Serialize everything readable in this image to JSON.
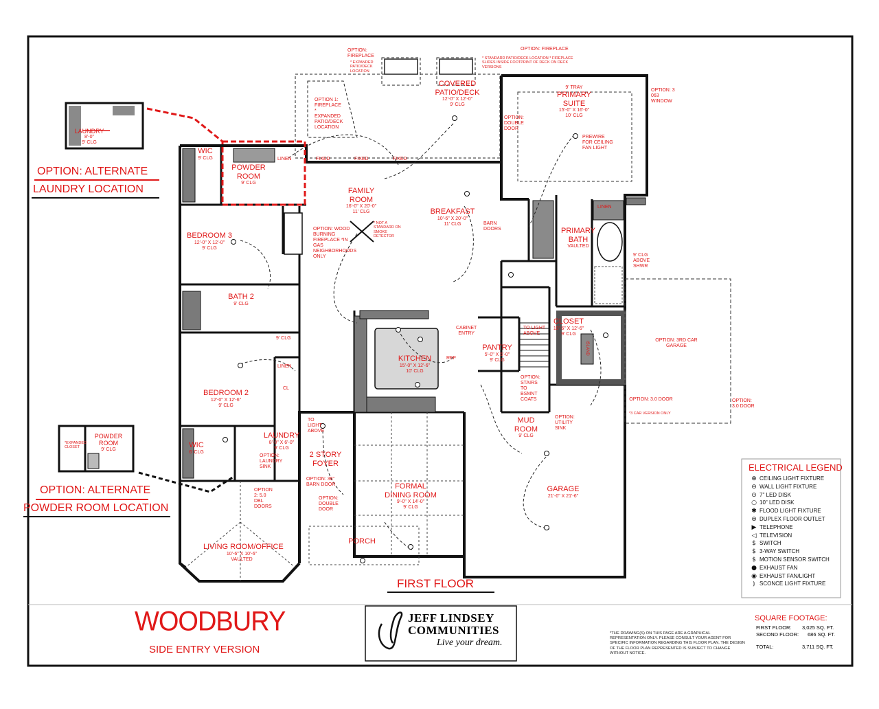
{
  "title": "WOODBURY",
  "subtitle": "SIDE ENTRY VERSION",
  "floor_label": "FIRST FLOOR",
  "company": {
    "line1": "JEFF LINDSEY",
    "line2": "COMMUNITIES",
    "tagline": "Live your dream."
  },
  "options": {
    "alt_laundry_1": "OPTION: ALTERNATE",
    "alt_laundry_2": "LAUNDRY LOCATION",
    "alt_powder_1": "OPTION: ALTERNATE",
    "alt_powder_2": "POWDER ROOM LOCATION",
    "fireplace_top": "OPTION: FIREPLACE",
    "fireplace_top_note": "* STANDARD PATIO/DECK LOCATION\n* FIREPLACE SLIDES INSIDE FOOTPRINT OF DECK ON DECK VERSIONS",
    "fireplace_left": "OPTION: FIREPLACE",
    "fireplace_left_note": "* EXPANDED PATIO/DECK LOCATION",
    "fireplace_1": "OPTION 1: FIREPLACE * EXPANDED PATIO/DECK LOCATION",
    "window": "OPTION: 3 063 WINDOW",
    "double_door_suite": "OPTION: DOUBLE DOOR",
    "wood_fireplace": "OPTION: WOOD BURNING FIREPLACE *IN GAS NEIGHBORHOODS ONLY",
    "not_standard": "* NOT A STANDARD ON SMOKE DETECTOR",
    "stairs_bsmt": "OPTION: STAIRS TO BSMNT",
    "utility_sink": "OPTION: UTILITY SINK",
    "garage_3rd": "OPTION: 3RD CAR GARAGE",
    "door_30": "OPTION: 3.0 DOOR",
    "door_30_note": "*3 CAR VERSION ONLY",
    "door_30_b": "OPTION: 3.0 DOOR",
    "option2_doors": "OPTION 2: 5.0 DBL DOORS",
    "barn_door": "OPTION: 36\" BARN DOOR",
    "double_door_dining": "OPTION: DOUBLE DOOR",
    "laundry_sink": "OPTION: LAUNDRY SINK",
    "expanded_closet": "*EXPANDED CLOSET"
  },
  "rooms": {
    "covered_patio": [
      "COVERED",
      "PATIO/DECK",
      "12'-0\" X 12'-0\"",
      "9' CLG"
    ],
    "primary_suite": [
      "9' TRAY",
      "PRIMARY",
      "SUITE",
      "15'-0\" X 16'-0\"",
      "10' CLG"
    ],
    "prewire": "PREWIRE FOR CEILING FAN LIGHT",
    "wic_top": [
      "WIC",
      "9' CLG"
    ],
    "powder_room": [
      "POWDER",
      "ROOM",
      "9' CLG"
    ],
    "linen_top": "LINEN",
    "family_room": [
      "FAMILY",
      "ROOM",
      "16'-0\" X 20'-0\"",
      "11' CLG"
    ],
    "breakfast": [
      "BREAKFAST",
      "10'-6\" X 20'-0\"",
      "11' CLG"
    ],
    "barn_doors": "BARN DOORS",
    "bedroom3": [
      "BEDROOM 3",
      "12'-0\" X 12'-0\"",
      "9' CLG"
    ],
    "bath2": [
      "BATH 2",
      "9' CLG"
    ],
    "primary_bath": [
      "PRIMARY",
      "BATH",
      "VAULTED"
    ],
    "linen_right": "LINEN",
    "shower": [
      "9' CLG",
      "ABOVE",
      "SHWR"
    ],
    "closet": [
      "CLOSET",
      "10'-6\" X 12'-6\"",
      "9' CLG"
    ],
    "island": "ISLAND",
    "kitchen": [
      "KITCHEN",
      "15'-0\" X 12'-6\"",
      "10' CLG"
    ],
    "ref": "REF",
    "cabinet_entry": [
      "CABINET",
      "ENTRY"
    ],
    "pantry": [
      "PANTRY",
      "5'-0\" X 5'-0\"",
      "9' CLG"
    ],
    "to_light_above": "TO LIGHT ABOVE",
    "fixed_labels": [
      "FIXED",
      "FIXED",
      "FIXED"
    ],
    "bedroom2": [
      "BEDROOM 2",
      "12'-0\" X 12'-6\"",
      "9' CLG"
    ],
    "linen_mid": "LINEN",
    "cl": "CL",
    "clg_9": "9' CLG",
    "wic_bottom": [
      "WIC",
      "6' CLG"
    ],
    "laundry": [
      "LAUNDRY",
      "8'-0\" X 6'-0\"",
      "9' CLG"
    ],
    "coats": "COATS",
    "mud_room": [
      "MUD",
      "ROOM",
      "9' CLG"
    ],
    "foyer": [
      "2 STORY",
      "FOYER"
    ],
    "formal_dining": [
      "FORMAL",
      "DINING ROOM",
      "9'-0\" X 14'-0\"",
      "9' CLG"
    ],
    "garage": [
      "GARAGE",
      "21'-0\" X 21'-6\""
    ],
    "porch": "PORCH",
    "living_office": [
      "LIVING ROOM/OFFICE",
      "10'-6\" X 10'-6\"",
      "VAULTED"
    ],
    "mini_laundry": [
      "LAUNDRY",
      "8'-0\"",
      "9' CLG"
    ],
    "mini_powder": [
      "POWDER",
      "ROOM",
      "9' CLG"
    ]
  },
  "legend": {
    "title": "ELECTRICAL LEGEND",
    "items": [
      {
        "sym": "⊕",
        "label": "CEILING LIGHT FIXTURE"
      },
      {
        "sym": "⊖",
        "label": "WALL LIGHT FIXTURE"
      },
      {
        "sym": "⊙",
        "label": "7\" LED DISK"
      },
      {
        "sym": "○",
        "label": "10\" LED DISK"
      },
      {
        "sym": "✱",
        "label": "FLOOD LIGHT FIXTURE"
      },
      {
        "sym": "⊜",
        "label": "DUPLEX FLOOR OUTLET"
      },
      {
        "sym": "▶",
        "label": "TELEPHONE"
      },
      {
        "sym": "◁",
        "label": "TELEVISION"
      },
      {
        "sym": "$",
        "label": "SWITCH"
      },
      {
        "sym": "$",
        "label": "3-WAY SWITCH"
      },
      {
        "sym": "$",
        "label": "MOTION SENSOR SWITCH"
      },
      {
        "sym": "●",
        "label": "EXHAUST FAN"
      },
      {
        "sym": "◉",
        "label": "EXHAUST FAN/LIGHT"
      },
      {
        "sym": "⦆",
        "label": "SCONCE LIGHT FIXTURE"
      }
    ]
  },
  "square_footage": {
    "title": "SQUARE FOOTAGE:",
    "first_label": "FIRST FLOOR:",
    "first_value": "3,025 SQ. FT.",
    "second_label": "SECOND FLOOR:",
    "second_value": "686 SQ. FT.",
    "total_label": "TOTAL:",
    "total_value": "3,711 SQ. FT."
  },
  "disclaimer": "*THE DRAWING(S) ON THIS PAGE ARE A GRAPHICAL REPRESENTATION ONLY. PLEASE CONSULT YOUR AGENT FOR SPECIFIC INFORMATION REGARDING THIS FLOOR PLAN. THE DESIGN OF THE FLOOR PLAN REPRESENTED IS SUBJECT TO CHANGE WITHOUT NOTICE.",
  "colors": {
    "wall": "#1a1a1a",
    "option": "#e01818",
    "fill_gray": "#7a7a7a",
    "light_gray": "#bdbdbd"
  }
}
